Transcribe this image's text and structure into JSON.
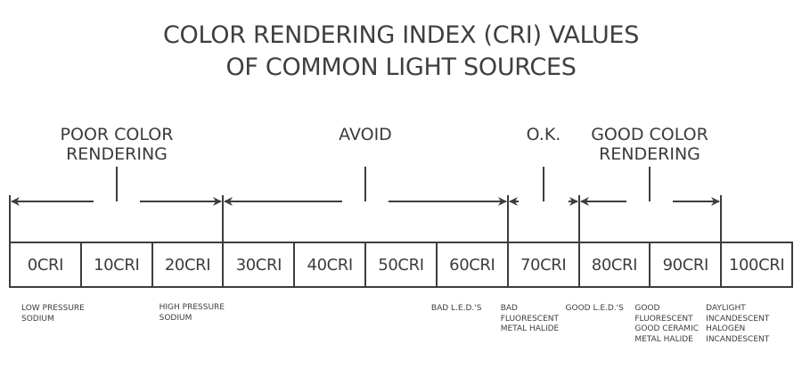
{
  "title": {
    "line1": "COLOR RENDERING INDEX (CRI) VALUES",
    "line2": "OF COMMON LIGHT SOURCES"
  },
  "categories": [
    {
      "line1": "POOR COLOR",
      "line2": "RENDERING",
      "range": [
        0,
        30
      ]
    },
    {
      "line1": "AVOID",
      "line2": "",
      "range": [
        30,
        70
      ]
    },
    {
      "line1": "O.K.",
      "line2": "",
      "range": [
        70,
        80
      ]
    },
    {
      "line1": "GOOD COLOR",
      "line2": "RENDERING",
      "range": [
        80,
        100
      ]
    }
  ],
  "scale": [
    "0CRI",
    "10CRI",
    "20CRI",
    "30CRI",
    "40CRI",
    "50CRI",
    "60CRI",
    "70CRI",
    "80CRI",
    "90CRI",
    "100CRI"
  ],
  "sources": [
    {
      "cri": 0,
      "lines": [
        "LOW PRESSURE",
        "SODIUM"
      ]
    },
    {
      "cri": 20,
      "lines": [
        "HIGH PRESSURE",
        "SODIUM"
      ]
    },
    {
      "cri": 60,
      "lines": [
        "BAD L.E.D.'S"
      ]
    },
    {
      "cri": 70,
      "lines": [
        "BAD",
        "FLUORESCENT",
        "METAL HALIDE"
      ]
    },
    {
      "cri": 80,
      "lines": [
        "GOOD L.E.D.'S"
      ]
    },
    {
      "cri": 90,
      "lines": [
        "GOOD",
        "FLUORESCENT",
        "GOOD CERAMIC",
        "METAL HALIDE"
      ]
    },
    {
      "cri": 100,
      "lines": [
        "DAYLIGHT",
        "INCANDESCENT",
        "HALOGEN",
        "INCANDESCENT"
      ]
    }
  ],
  "colors": {
    "ink": "#3d3d3d",
    "background": "#ffffff"
  }
}
